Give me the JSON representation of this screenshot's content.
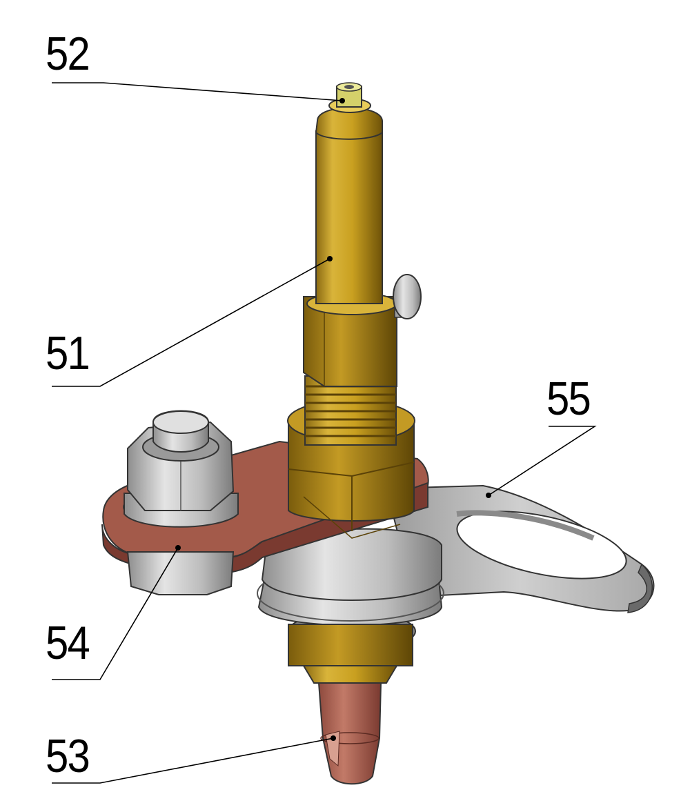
{
  "callouts": {
    "c52": "52",
    "c51": "51",
    "c55": "55",
    "c54": "54",
    "c53": "53"
  },
  "colors": {
    "brass": "#c9a428",
    "copper": "#b0685a",
    "steel": "#b9b9b9",
    "leader": "#000000"
  }
}
